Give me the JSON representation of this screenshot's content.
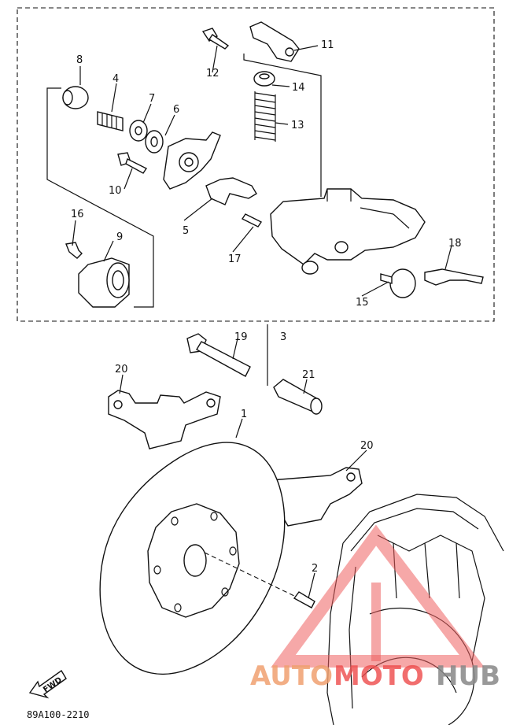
{
  "diagram": {
    "part_code": "89A100-2210",
    "fwd_label": "FWD",
    "watermark": {
      "part1": "AUTO",
      "part2": "MOTO",
      "part3": "HUB"
    },
    "callouts": [
      {
        "id": "1",
        "text": "1"
      },
      {
        "id": "2",
        "text": "2"
      },
      {
        "id": "3",
        "text": "3"
      },
      {
        "id": "4",
        "text": "4"
      },
      {
        "id": "5",
        "text": "5"
      },
      {
        "id": "6",
        "text": "6"
      },
      {
        "id": "7",
        "text": "7"
      },
      {
        "id": "8",
        "text": "8"
      },
      {
        "id": "9",
        "text": "9"
      },
      {
        "id": "10",
        "text": "10"
      },
      {
        "id": "11",
        "text": "11"
      },
      {
        "id": "12",
        "text": "12"
      },
      {
        "id": "13",
        "text": "13"
      },
      {
        "id": "14",
        "text": "14"
      },
      {
        "id": "15",
        "text": "15"
      },
      {
        "id": "16",
        "text": "16"
      },
      {
        "id": "17",
        "text": "17"
      },
      {
        "id": "18",
        "text": "18"
      },
      {
        "id": "19",
        "text": "19"
      },
      {
        "id": "20a",
        "text": "20"
      },
      {
        "id": "20b",
        "text": "20"
      },
      {
        "id": "21",
        "text": "21"
      }
    ]
  }
}
